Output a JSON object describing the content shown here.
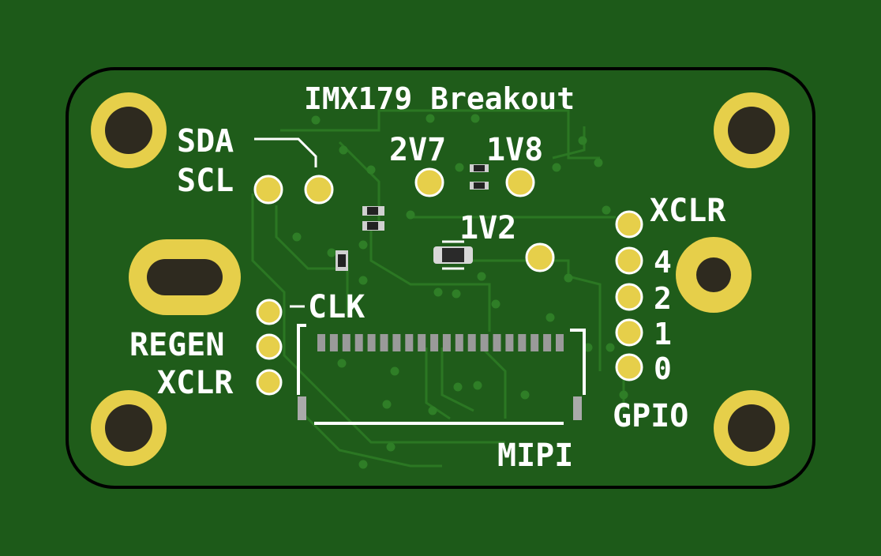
{
  "board": {
    "title": "IMX179 Breakout",
    "colors": {
      "background": "#1d5a19",
      "board": "#1f5c1a",
      "trace": "#2d7a25",
      "silkscreen": "#ffffff",
      "pad_gold": "#e6cf4a",
      "hole": "#2e2a1f",
      "outline": "#000000"
    }
  },
  "labels": {
    "sda": "SDA",
    "scl": "SCL",
    "v27": "2V7",
    "v18": "1V8",
    "v12": "1V2",
    "xclr_right": "XCLR",
    "gpio4": "4",
    "gpio2": "2",
    "gpio1": "1",
    "gpio0": "0",
    "gpio": "GPIO",
    "clk": "CLK",
    "regen": "REGEN",
    "xclr_left": "XCLR",
    "mipi": "MIPI"
  },
  "connector": {
    "name": "MIPI",
    "pin_count": 20
  }
}
